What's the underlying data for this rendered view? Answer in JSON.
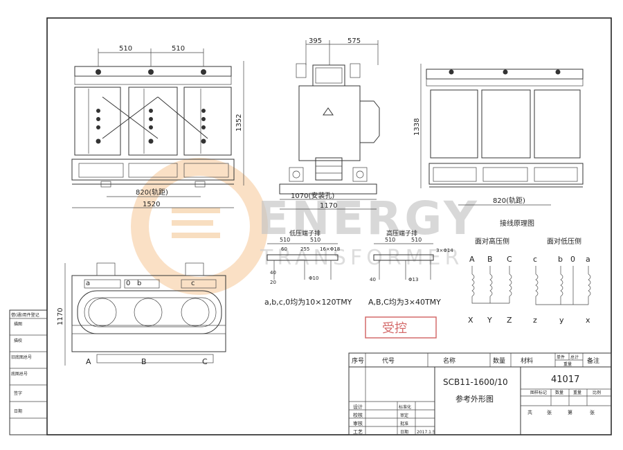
{
  "watermark": {
    "brand": "ENERGY",
    "subtitle": "TRANSFORMER",
    "colors": {
      "orange": "#f39a3a",
      "gray": "#a8a8a8"
    }
  },
  "front_view": {
    "dim_top_left": "510",
    "dim_top_right": "510",
    "dim_height": "1352",
    "dim_rail": "820(轨距)",
    "dim_width": "1520"
  },
  "side_view": {
    "dim_top_left": "395",
    "dim_top_right": "575",
    "dim_mount": "1070(安装孔)",
    "dim_width": "1170"
  },
  "rear_view": {
    "dim_height": "1338",
    "dim_rail": "820(轨距)"
  },
  "top_view": {
    "dim_height": "1170",
    "terminals_low": [
      "a",
      "0",
      "b",
      "c"
    ],
    "terminals_high": [
      "A",
      "B",
      "C"
    ]
  },
  "busbar": {
    "low_title": "低压端子排",
    "high_title": "高压端子排",
    "low_dims": [
      "510",
      "510",
      "60",
      "255",
      "16×Φ18",
      "40",
      "20",
      "Φ10"
    ],
    "high_dims": [
      "510",
      "510",
      "3×Φ14",
      "40",
      "Φ13"
    ],
    "low_note": "a,b,c,0均为10×120TMY",
    "high_note": "A,B,C均为3×40TMY"
  },
  "wiring": {
    "title": "接线原理图",
    "hv_side": "面对高压侧",
    "lv_side": "面对低压侧",
    "hv_top": [
      "A",
      "B",
      "C"
    ],
    "hv_bottom": [
      "X",
      "Y",
      "Z"
    ],
    "lv_top": [
      "c",
      "b",
      "0",
      "a"
    ],
    "lv_bottom": [
      "z",
      "y",
      "x"
    ]
  },
  "stamp": "受控",
  "left_strip": [
    "借(通)用件登记",
    "描图",
    "描校",
    "旧底图总号",
    "底图总号",
    "签字",
    "日期"
  ],
  "title_block": {
    "header": [
      "序号",
      "代号",
      "名称",
      "数量",
      "材料",
      "单件",
      "总计",
      "重量",
      "备注"
    ],
    "model": "SCB11-1600/10",
    "drawing_name": "参考外形图",
    "drawing_no": "41017",
    "sub_header": [
      "图样标记",
      "数量",
      "重量",
      "比例"
    ],
    "sheet_footer": [
      "共",
      "张",
      "第",
      "张"
    ],
    "roles": [
      "设计",
      "校核",
      "审核",
      "工艺"
    ],
    "roles_right": [
      "标准化",
      "审定",
      "批准",
      "日期"
    ],
    "date": "2017.1.5"
  }
}
